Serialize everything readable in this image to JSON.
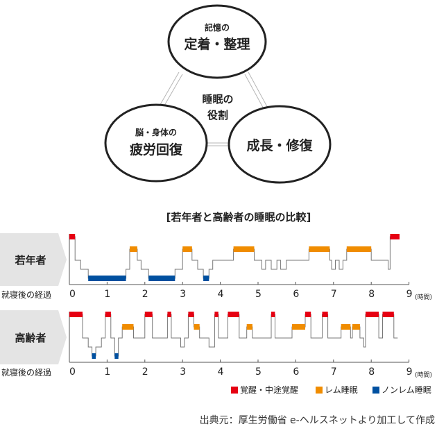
{
  "roles": {
    "memory_small": "記憶の",
    "memory_big": "定着・整理",
    "center_line1": "睡眠の",
    "center_line2": "役割",
    "fatigue_small": "脳・身体の",
    "fatigue_big": "疲労回復",
    "growth_big": "成長・修復"
  },
  "title": "[若年者と高齢者の睡眠の比較]",
  "xaxis": {
    "label": "就寝後の経過",
    "ticks": [
      "0",
      "1",
      "2",
      "3",
      "4",
      "5",
      "6",
      "7",
      "8",
      "9"
    ],
    "unit": "(時間)"
  },
  "legend": [
    {
      "label": "覚醒・中途覚醒",
      "color": "#e60012"
    },
    {
      "label": "レム睡眠",
      "color": "#f08c00"
    },
    {
      "label": "ノンレム睡眠",
      "color": "#0050a0"
    }
  ],
  "source": "出典元：厚生労働省 e-ヘルスネットより加工して作成",
  "chart_data": [
    {
      "type": "step",
      "name": "若年者",
      "x_unit": "hours",
      "xlim": [
        0,
        9
      ],
      "y_levels": [
        "wake",
        "rem",
        "light",
        "stage2",
        "deep"
      ],
      "steps": [
        [
          0.0,
          "wake"
        ],
        [
          0.15,
          "light"
        ],
        [
          0.3,
          "stage2"
        ],
        [
          0.5,
          "deep"
        ],
        [
          1.5,
          "stage2"
        ],
        [
          1.6,
          "rem"
        ],
        [
          1.8,
          "light"
        ],
        [
          1.9,
          "stage2"
        ],
        [
          2.1,
          "deep"
        ],
        [
          2.8,
          "stage2"
        ],
        [
          3.0,
          "rem"
        ],
        [
          3.25,
          "light"
        ],
        [
          3.4,
          "stage2"
        ],
        [
          3.55,
          "deep"
        ],
        [
          3.7,
          "stage2"
        ],
        [
          3.8,
          "light"
        ],
        [
          4.35,
          "rem"
        ],
        [
          4.9,
          "light"
        ],
        [
          5.1,
          "stage2"
        ],
        [
          5.2,
          "light"
        ],
        [
          5.35,
          "stage2"
        ],
        [
          5.5,
          "light"
        ],
        [
          5.6,
          "stage2"
        ],
        [
          5.75,
          "light"
        ],
        [
          6.35,
          "rem"
        ],
        [
          6.9,
          "light"
        ],
        [
          6.95,
          "stage2"
        ],
        [
          7.05,
          "light"
        ],
        [
          7.15,
          "stage2"
        ],
        [
          7.25,
          "light"
        ],
        [
          7.35,
          "rem"
        ],
        [
          8.0,
          "light"
        ],
        [
          8.45,
          "stage2"
        ],
        [
          8.5,
          "wake"
        ],
        [
          8.75,
          "wake"
        ]
      ]
    },
    {
      "type": "step",
      "name": "高齢者",
      "x_unit": "hours",
      "xlim": [
        0,
        9
      ],
      "y_levels": [
        "wake",
        "rem",
        "light",
        "stage2",
        "deep"
      ],
      "steps": [
        [
          0.0,
          "wake"
        ],
        [
          0.35,
          "light"
        ],
        [
          0.5,
          "stage2"
        ],
        [
          0.6,
          "deep"
        ],
        [
          0.7,
          "stage2"
        ],
        [
          0.85,
          "light"
        ],
        [
          0.95,
          "wake"
        ],
        [
          1.1,
          "light"
        ],
        [
          1.2,
          "deep"
        ],
        [
          1.3,
          "light"
        ],
        [
          1.4,
          "rem"
        ],
        [
          1.7,
          "light"
        ],
        [
          2.0,
          "wake"
        ],
        [
          2.2,
          "light"
        ],
        [
          2.6,
          "wake"
        ],
        [
          2.7,
          "light"
        ],
        [
          2.95,
          "stage2"
        ],
        [
          3.05,
          "light"
        ],
        [
          3.15,
          "wake"
        ],
        [
          3.3,
          "rem"
        ],
        [
          3.45,
          "light"
        ],
        [
          3.7,
          "stage2"
        ],
        [
          3.85,
          "wake"
        ],
        [
          3.95,
          "light"
        ],
        [
          4.2,
          "wake"
        ],
        [
          4.5,
          "light"
        ],
        [
          4.7,
          "rem"
        ],
        [
          4.85,
          "light"
        ],
        [
          5.35,
          "wake"
        ],
        [
          5.45,
          "light"
        ],
        [
          5.9,
          "rem"
        ],
        [
          6.25,
          "wake"
        ],
        [
          6.4,
          "light"
        ],
        [
          6.7,
          "wake"
        ],
        [
          6.85,
          "light"
        ],
        [
          7.2,
          "rem"
        ],
        [
          7.45,
          "light"
        ],
        [
          7.5,
          "rem"
        ],
        [
          7.7,
          "light"
        ],
        [
          7.8,
          "stage2"
        ],
        [
          7.85,
          "wake"
        ],
        [
          8.2,
          "light"
        ],
        [
          8.3,
          "wake"
        ],
        [
          8.6,
          "light"
        ],
        [
          8.7,
          "light"
        ]
      ]
    }
  ]
}
